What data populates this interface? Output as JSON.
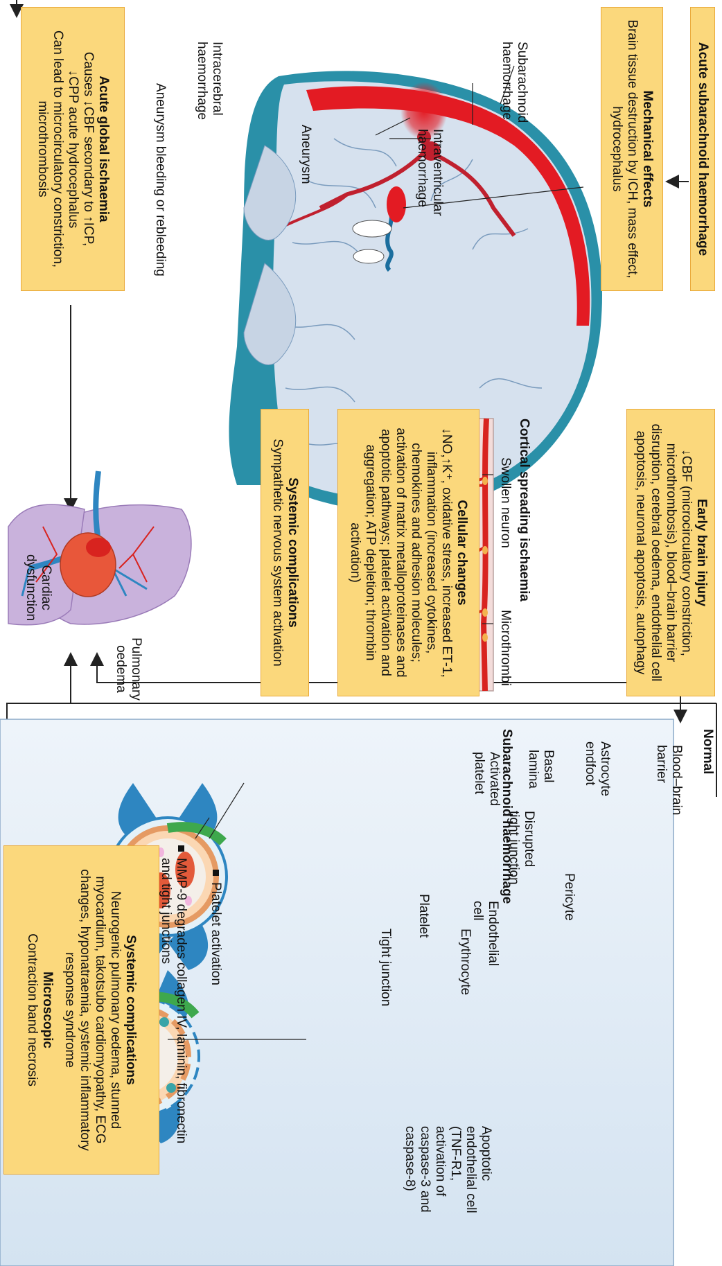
{
  "boxes": {
    "acute_sah": "Acute subarachnoid haemorrhage",
    "mechanical": {
      "title": "Mechanical effects",
      "text": "Brain tissue destruction by ICH, mass effect, hydrocephalus"
    },
    "global_ischaemia": {
      "title": "Acute global ischaemia",
      "line1": "Causes ↓CBF secondary to ↑ICP,",
      "line2": "↓CPP acute hydrocephalus",
      "line3": "Can lead to microcirculatory constriction, microthrombosis"
    },
    "early_brain_injury": {
      "title": "Early brain injury",
      "text": "↓CBF (microcirculatory constriction, microthrombosis), blood–brain barrier disruption, cerebral oedema, endothelial cell apoptosis, neuronal apoptosis, autophagy"
    },
    "cellular_changes": {
      "title": "Cellular changes",
      "text": "↓NO,↑K⁺, oxidative stress, increased ET-1, inflammation (increased cytokines, chemokines and adhesion molecules; activation of matrix metalloproteinases and apoptotic pathways; platelet activation and aggregation; ATP depletion; thrombin activation)"
    },
    "systemic_left": {
      "title": "Systemic complications",
      "text": "Sympathetic nervous system activation"
    },
    "systemic_right": {
      "title": "Systemic complications",
      "text": "Neurogenic pulmonary oedema, stunned myocardium, takotsubo cardiomyopathy, ECG changes, hyponatraemia, systemic inflammatory response syndrome",
      "title2": "Microscopic",
      "text2": "Contraction band necrosis"
    }
  },
  "brain_labels": {
    "subarachnoid": "Subarachnoid\nhaemorrhage",
    "intracerebral": "Intracerebral\nhaemorrhage",
    "aneurysm": "Aneurysm",
    "intraventricular": "Intraventricular\nhaemorrhage",
    "rebleeding": "Aneurysm bleeding or rebleeding"
  },
  "cortical": {
    "title": "Cortical spreading ischaemia",
    "swollen_neuron": "Swollen neuron",
    "microthrombi": "Microthrombi"
  },
  "heart": {
    "cardiac": "Cardiac\ndysfunction",
    "pulmonary": "Pulmonary\noedema"
  },
  "bbb": {
    "normal": "Normal",
    "bbb_label": "Blood–brain\nbarrier",
    "astrocyte": "Astrocyte\nendfoot",
    "basal": "Basal\nlamina",
    "pericyte": "Pericyte",
    "endothelial": "Endothelial\ncell",
    "platelet": "Platelet",
    "tight": "Tight junction",
    "erythrocyte": "Erythrocyte",
    "sah": "Subarachnoid haemorrhage",
    "activated": "Activated\nplatelet",
    "disrupted": "Disrupted\ntight junction",
    "apoptotic": "Apoptotic\nendothelial cell\n(TNF-R1,\nactivation of\ncaspase-3 and\ncaspase-8)",
    "bullet1": "Platelet activation",
    "bullet2": "MMP-9 degrades collagen IV, laminin, fibronectin\nand tight junctions"
  },
  "colors": {
    "box_fill": "#fbd87c",
    "box_border": "#e9a93a",
    "blood": "#e31b23",
    "brain": "#d6e1ee",
    "vessel_blue": "#2e86c1",
    "lung": "#c9b2dc",
    "heart": "#e8573a",
    "panel_bg": "#dde9f4"
  }
}
